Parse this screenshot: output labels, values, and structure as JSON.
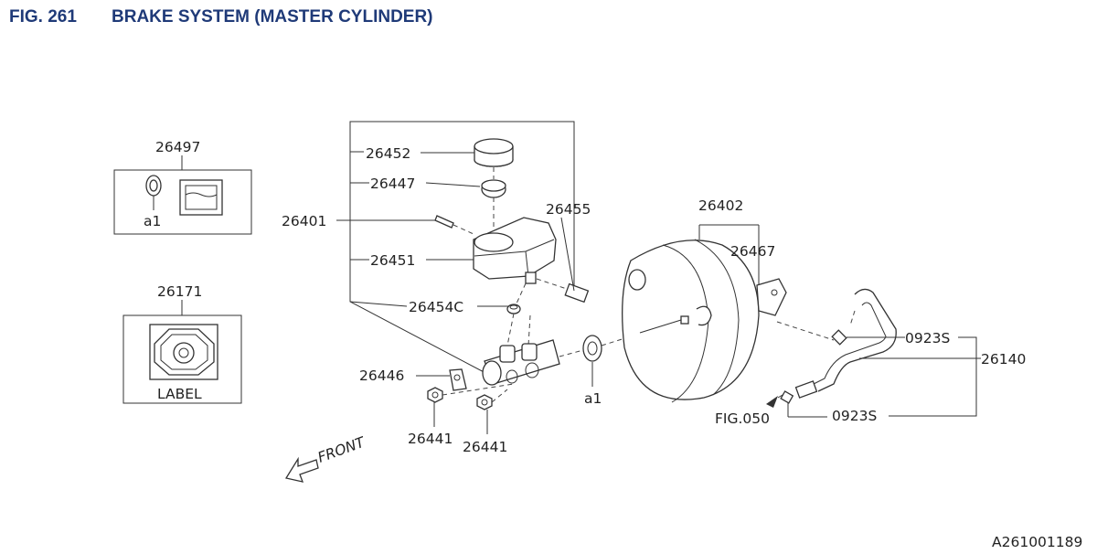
{
  "header": {
    "fig_number": "FIG. 261",
    "title": "BRAKE SYSTEM (MASTER CYLINDER)"
  },
  "labels": {
    "p26497": "26497",
    "a1_box": "a1",
    "p26171": "26171",
    "label_text": "LABEL",
    "p26452": "26452",
    "p26447": "26447",
    "p26401": "26401",
    "p26455": "26455",
    "p26451": "26451",
    "p26454c": "26454C",
    "p26446": "26446",
    "p26441_left": "26441",
    "p26441_right": "26441",
    "a1_seal": "a1",
    "p26402": "26402",
    "p26467": "26467",
    "p0923s_top": "0923S",
    "p26140": "26140",
    "p0923s_bottom": "0923S",
    "fig050": "FIG.050",
    "front": "FRONT",
    "image_code": "A261001189"
  },
  "icons": [
    "seal-ring-icon",
    "reservoir-level-icon",
    "label-plate-icon",
    "front-arrow-icon"
  ]
}
